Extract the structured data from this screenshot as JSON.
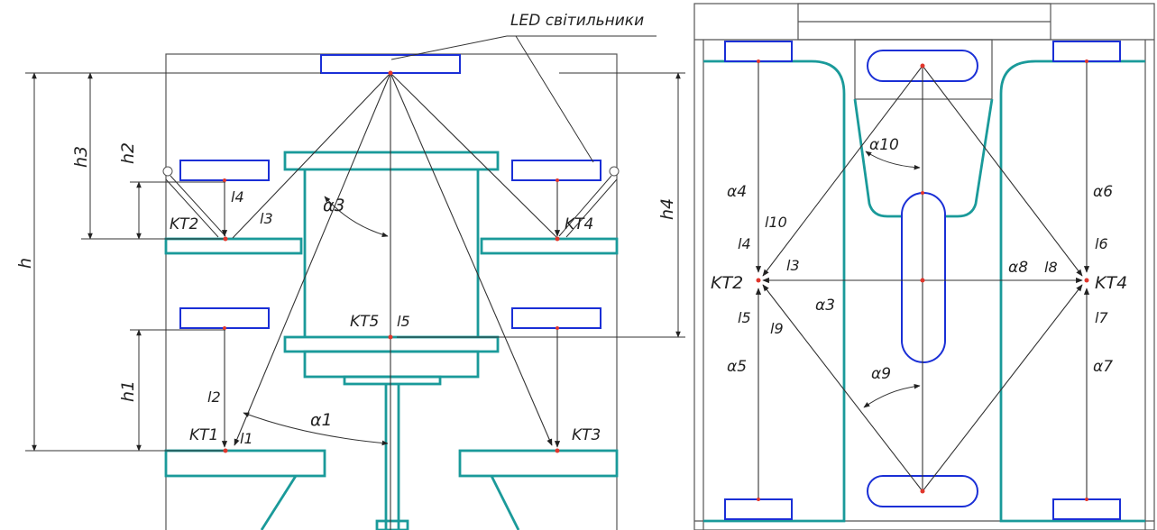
{
  "colors": {
    "structure": "#1a9a9a",
    "led": "#1a2fd6",
    "points": "#e0362c",
    "lines": "#333333"
  },
  "left_view": {
    "callout_label": "LED світильники",
    "dimensions": {
      "h": "h",
      "h1": "h1",
      "h2": "h2",
      "h3": "h3",
      "h4": "h4"
    },
    "points": {
      "kt1": "KT1",
      "kt2": "KT2",
      "kt3": "KT3",
      "kt4": "KT4",
      "kt5": "KT5"
    },
    "distances": {
      "l1": "l1",
      "l2": "l2",
      "l3": "l3",
      "l4": "l4",
      "l5": "l5"
    },
    "angles": {
      "a1": "α1",
      "a3": "α3"
    }
  },
  "right_view": {
    "points": {
      "kt2": "KT2",
      "kt4": "KT4"
    },
    "distances": {
      "l3": "l3",
      "l4": "l4",
      "l5": "l5",
      "l6": "l6",
      "l7": "l7",
      "l8": "l8",
      "l9": "l9",
      "l10": "l10"
    },
    "angles": {
      "a3": "α3",
      "a4": "α4",
      "a5": "α5",
      "a6": "α6",
      "a7": "α7",
      "a8": "α8",
      "a9": "α9",
      "a10": "α10"
    }
  }
}
